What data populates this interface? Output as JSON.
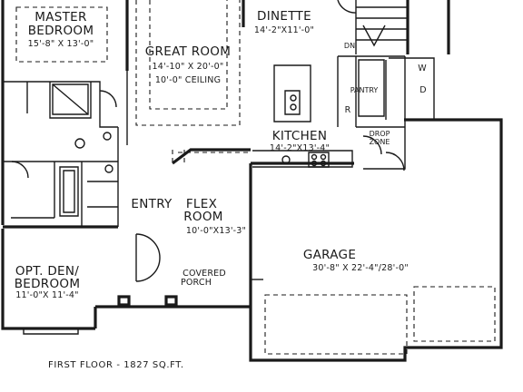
{
  "rooms": {
    "master_bedroom": {
      "name_line1": "MASTER",
      "name_line2": "BEDROOM",
      "dims": "15'-8\" X 13'-0\""
    },
    "great_room": {
      "name": "GREAT ROOM",
      "dims": "14'-10\" X 20'-0\"",
      "ceiling": "10'-0\" CEILING"
    },
    "dinette": {
      "name": "DINETTE",
      "dims": "14'-2\"X11'-0\""
    },
    "kitchen": {
      "name": "KITCHEN",
      "dims": "14'-2\"X13'-4\""
    },
    "pantry": {
      "name": "PANTRY"
    },
    "drop_zone": {
      "name_line1": "DROP",
      "name_line2": "ZONE"
    },
    "entry": {
      "name": "ENTRY"
    },
    "flex_room": {
      "name_line1": "FLEX",
      "name_line2": "ROOM",
      "dims": "10'-0\"X13'-3\""
    },
    "garage": {
      "name": "GARAGE",
      "dims": "30'-8\" X 22'-4\"/28'-0\""
    },
    "opt_den": {
      "name_line1": "OPT. DEN/",
      "name_line2": "BEDROOM",
      "dims": "11'-0\"X 11'-4\""
    },
    "covered_porch": {
      "name_line1": "COVERED",
      "name_line2": "PORCH"
    }
  },
  "markers": {
    "down": "DN",
    "washer": "W",
    "dryer": "D",
    "refrigerator": "R"
  },
  "caption": "FIRST FLOOR - 1827 SQ.FT."
}
